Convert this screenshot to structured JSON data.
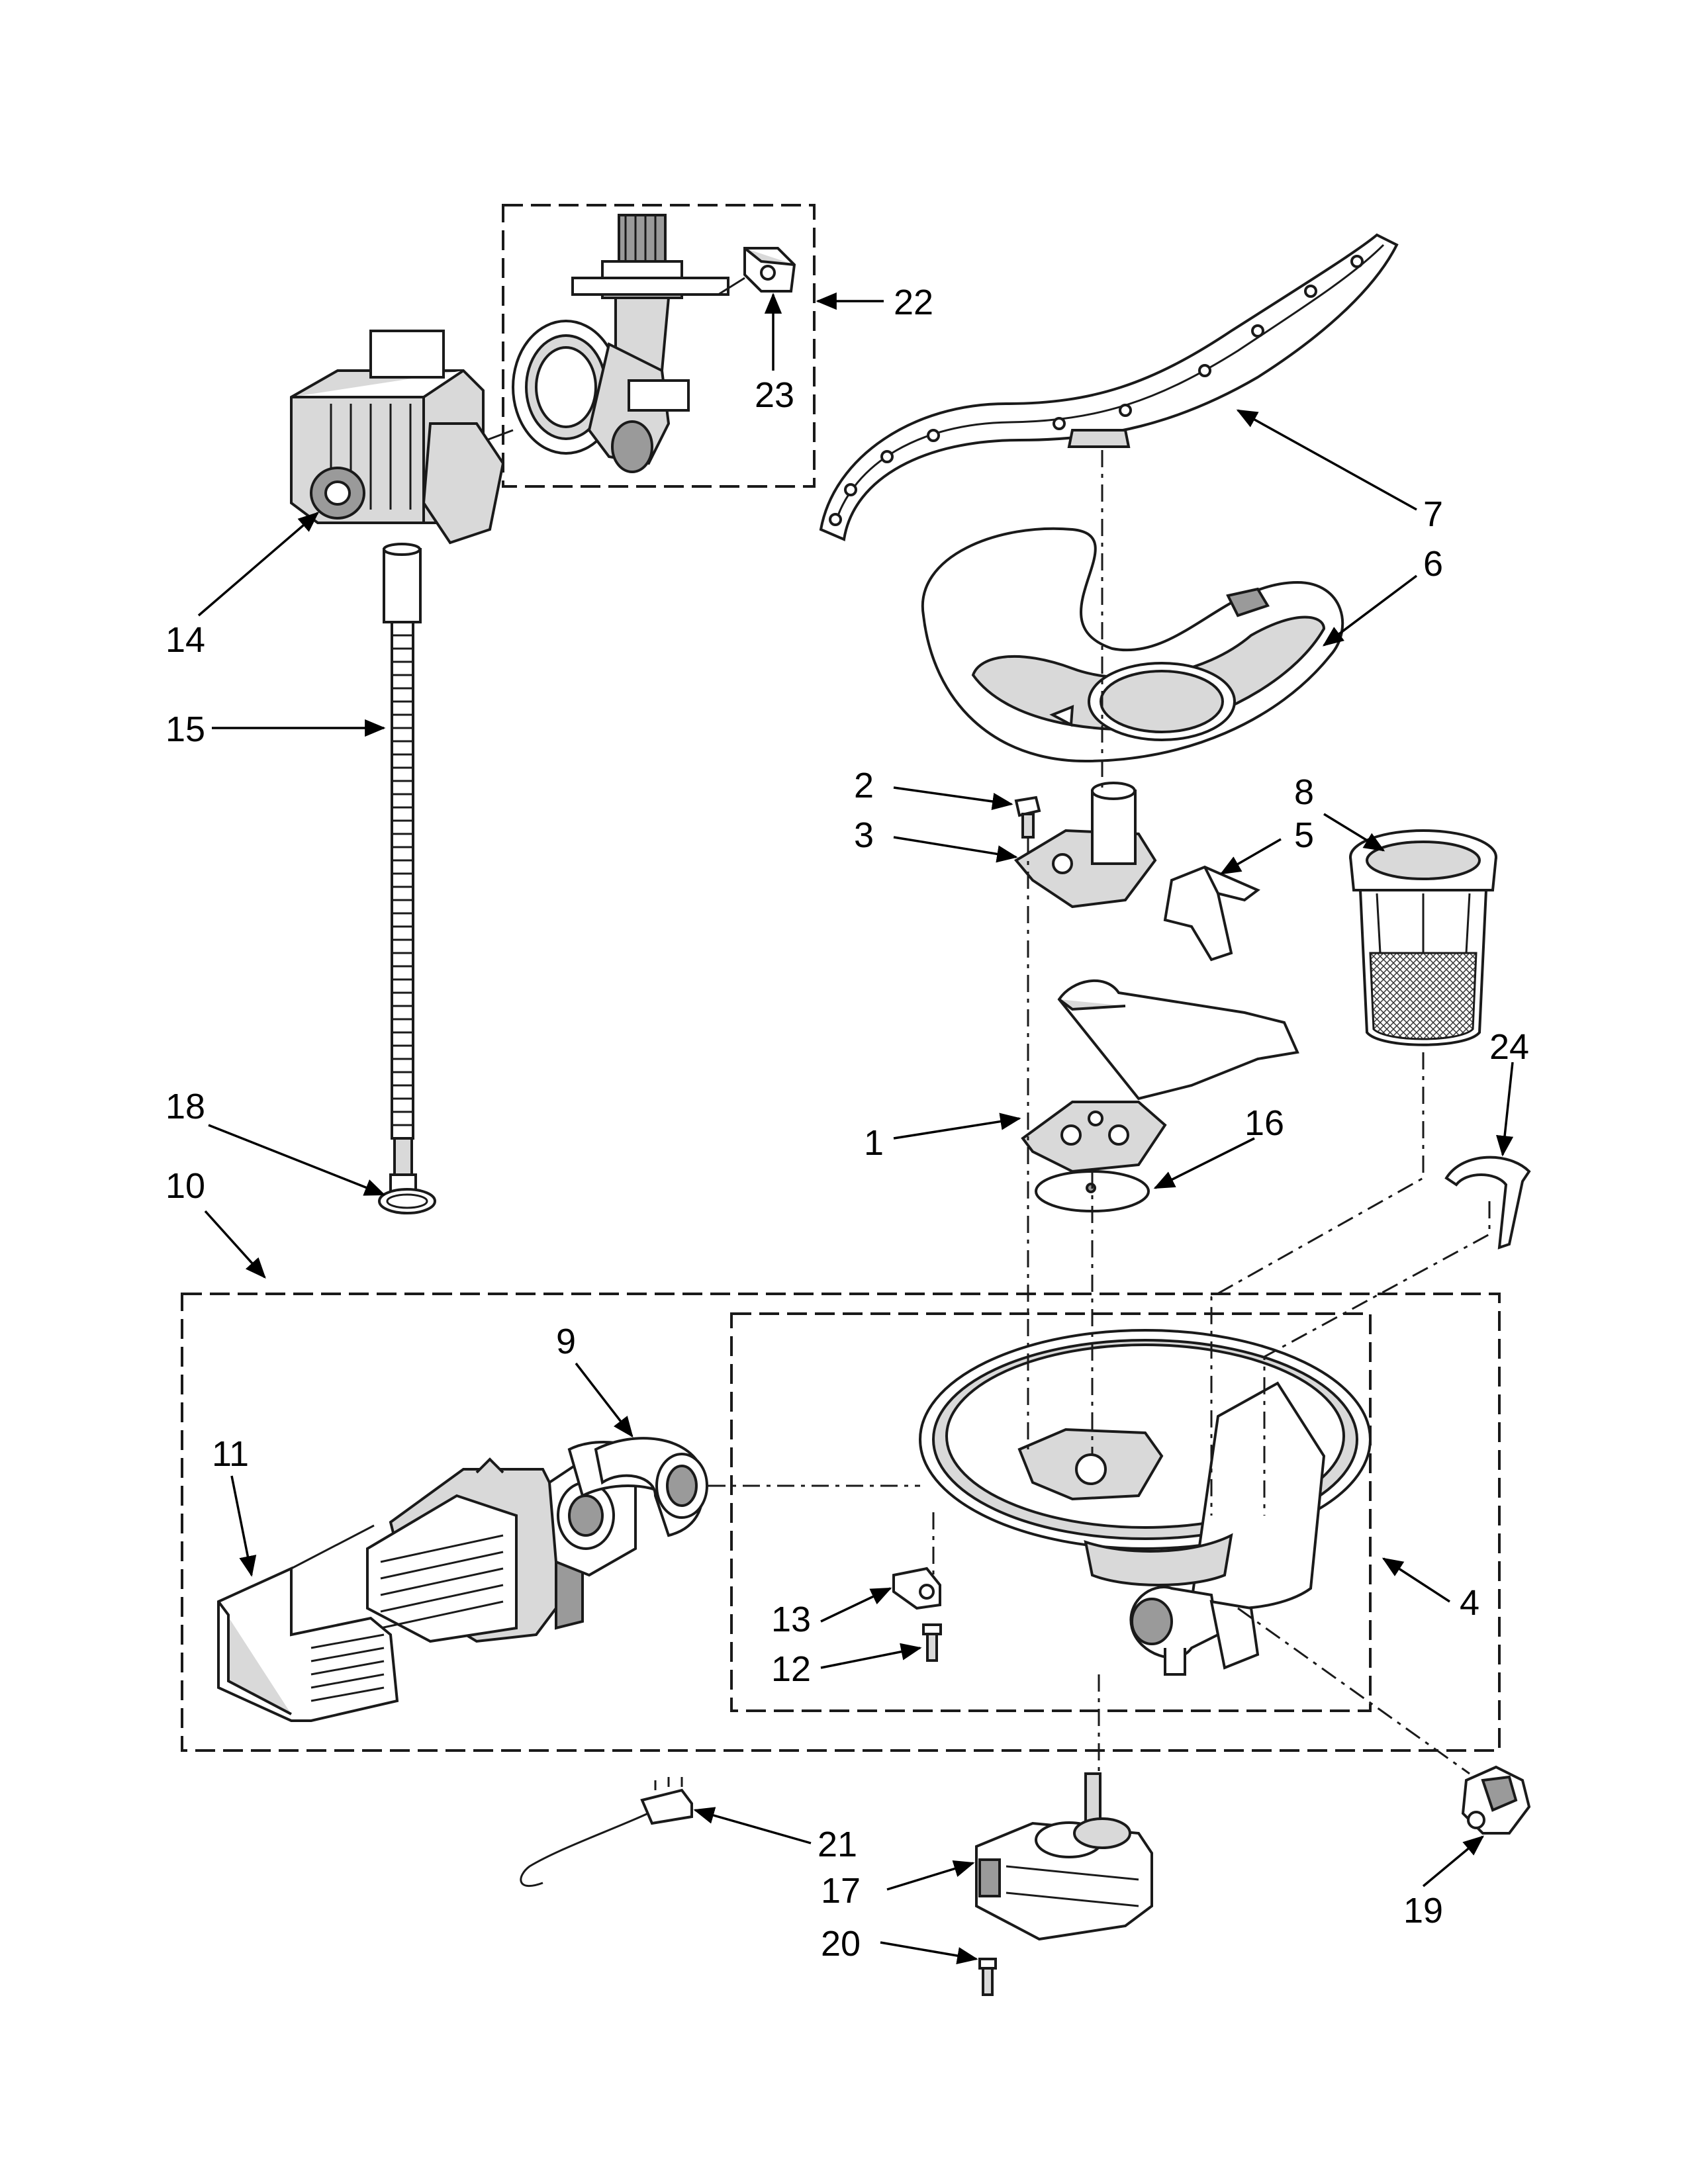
{
  "callouts": [
    {
      "id": "c1",
      "number": "1"
    },
    {
      "id": "c2",
      "number": "2"
    },
    {
      "id": "c3",
      "number": "3"
    },
    {
      "id": "c4",
      "number": "4"
    },
    {
      "id": "c5",
      "number": "5"
    },
    {
      "id": "c6",
      "number": "6"
    },
    {
      "id": "c7",
      "number": "7"
    },
    {
      "id": "c8",
      "number": "8"
    },
    {
      "id": "c9",
      "number": "9"
    },
    {
      "id": "c10",
      "number": "10"
    },
    {
      "id": "c11",
      "number": "11"
    },
    {
      "id": "c12",
      "number": "12"
    },
    {
      "id": "c13",
      "number": "13"
    },
    {
      "id": "c14",
      "number": "14"
    },
    {
      "id": "c15",
      "number": "15"
    },
    {
      "id": "c16",
      "number": "16"
    },
    {
      "id": "c17",
      "number": "17"
    },
    {
      "id": "c18",
      "number": "18"
    },
    {
      "id": "c19",
      "number": "19"
    },
    {
      "id": "c20",
      "number": "20"
    },
    {
      "id": "c21",
      "number": "21"
    },
    {
      "id": "c22",
      "number": "22"
    },
    {
      "id": "c23",
      "number": "23"
    },
    {
      "id": "c24",
      "number": "24"
    }
  ]
}
